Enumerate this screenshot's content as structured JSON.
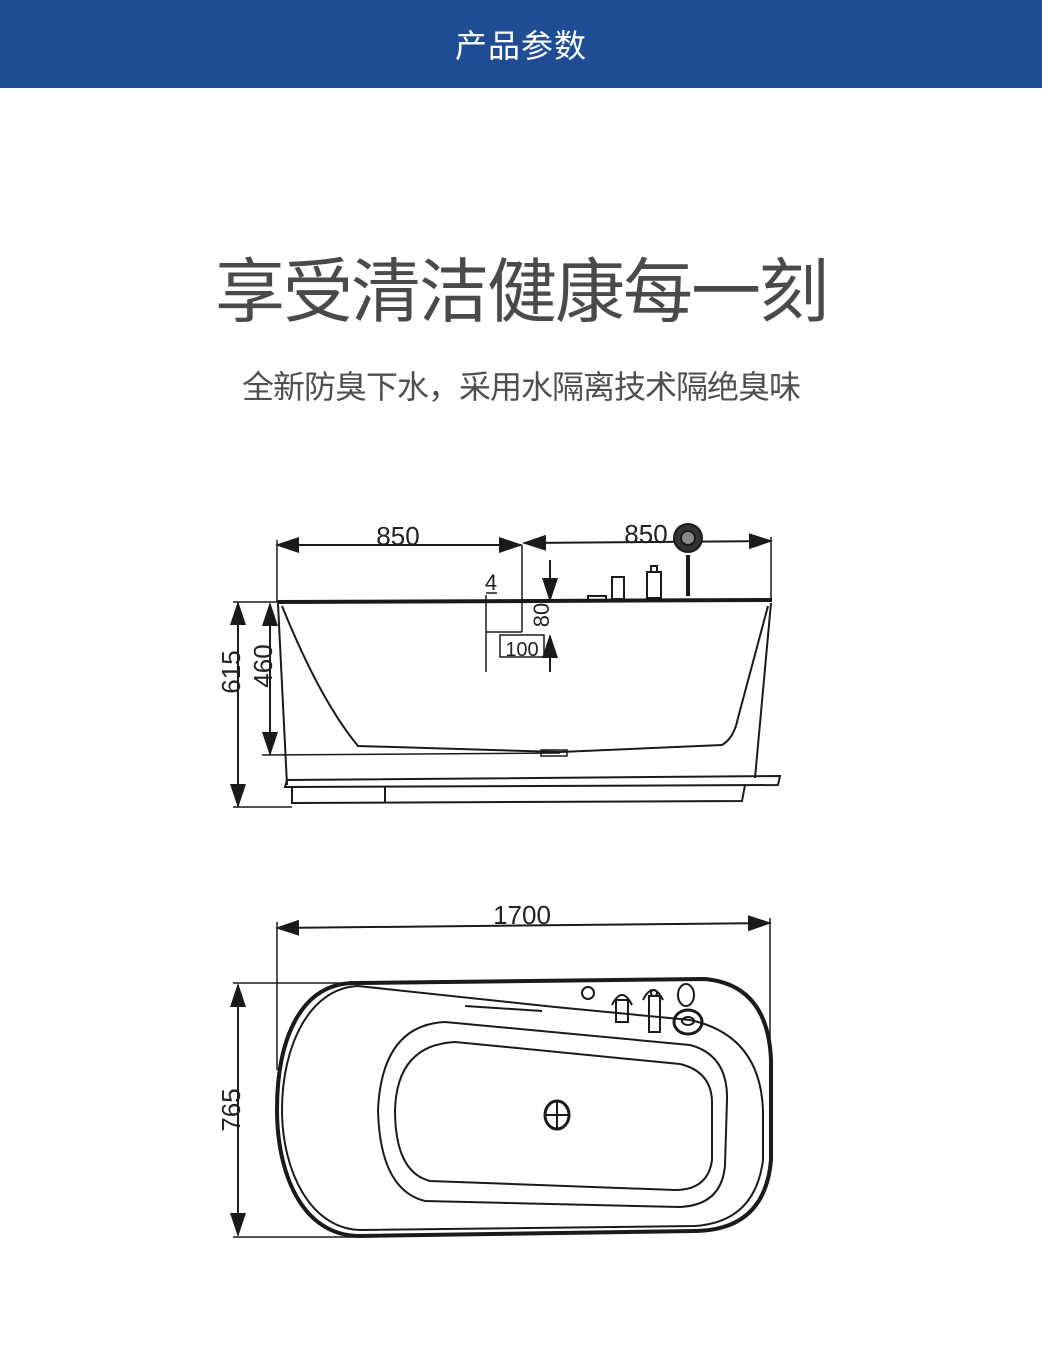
{
  "header": {
    "title": "产品参数"
  },
  "headline": "享受清洁健康每一刻",
  "subheadline": "全新防臭下水，采用水隔离技术隔绝臭味",
  "side_view": {
    "width_left": "850",
    "width_right": "850",
    "total_height": "615",
    "inner_depth": "460",
    "drain_offset": "4",
    "drain_height": "80",
    "drain_width": "100"
  },
  "top_view": {
    "length": "1700",
    "width": "765"
  },
  "colors": {
    "header_bg": "#1e4d94",
    "line": "#1a1a1a"
  }
}
